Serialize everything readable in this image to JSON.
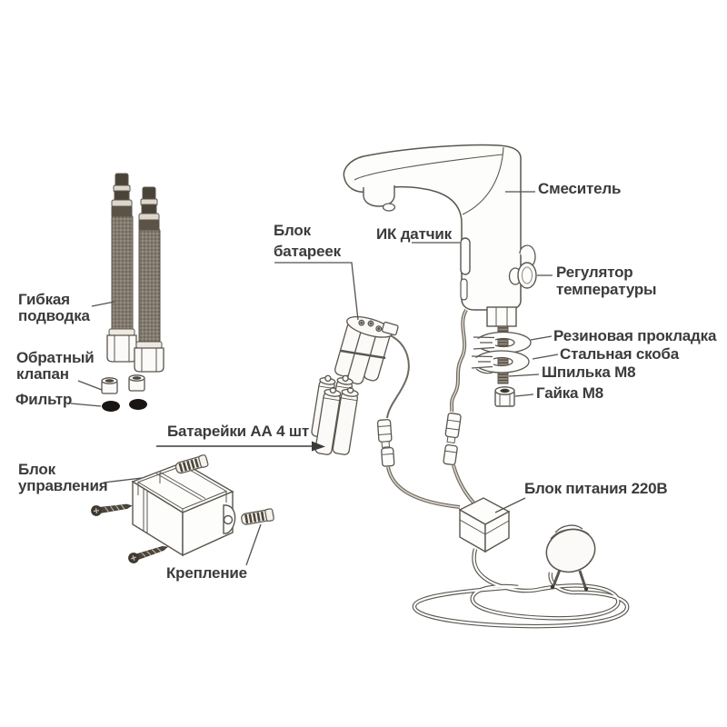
{
  "labels": {
    "mixer": "Смеситель",
    "ir_sensor": "ИК датчик",
    "battery_pack": {
      "line1": "Блок",
      "line2": "батареек"
    },
    "temp_regulator": {
      "line1": "Регулятор",
      "line2": "температуры"
    },
    "rubber_gasket": "Резиновая прокладка",
    "steel_bracket": "Стальная скоба",
    "stud_m8": "Шпилька М8",
    "nut_m8": "Гайка М8",
    "flexible_hose": {
      "line1": "Гибкая",
      "line2": "подводка"
    },
    "check_valve": {
      "line1": "Обратный",
      "line2": "клапан"
    },
    "filter": "Фильтр",
    "batteries_aa": "Батарейки АА 4 шт",
    "control_unit": {
      "line1": "Блок",
      "line2": "управления"
    },
    "mounting": "Крепление",
    "power_supply": "Блок питания 220В"
  },
  "colors": {
    "background": "#ffffff",
    "line": "#5a564f",
    "text": "#3b3b3b",
    "hose_braid": "#837b6f",
    "fitting_dark": "#4a4337",
    "fitting_light": "#ddd7cb",
    "filter_black": "#181512"
  }
}
